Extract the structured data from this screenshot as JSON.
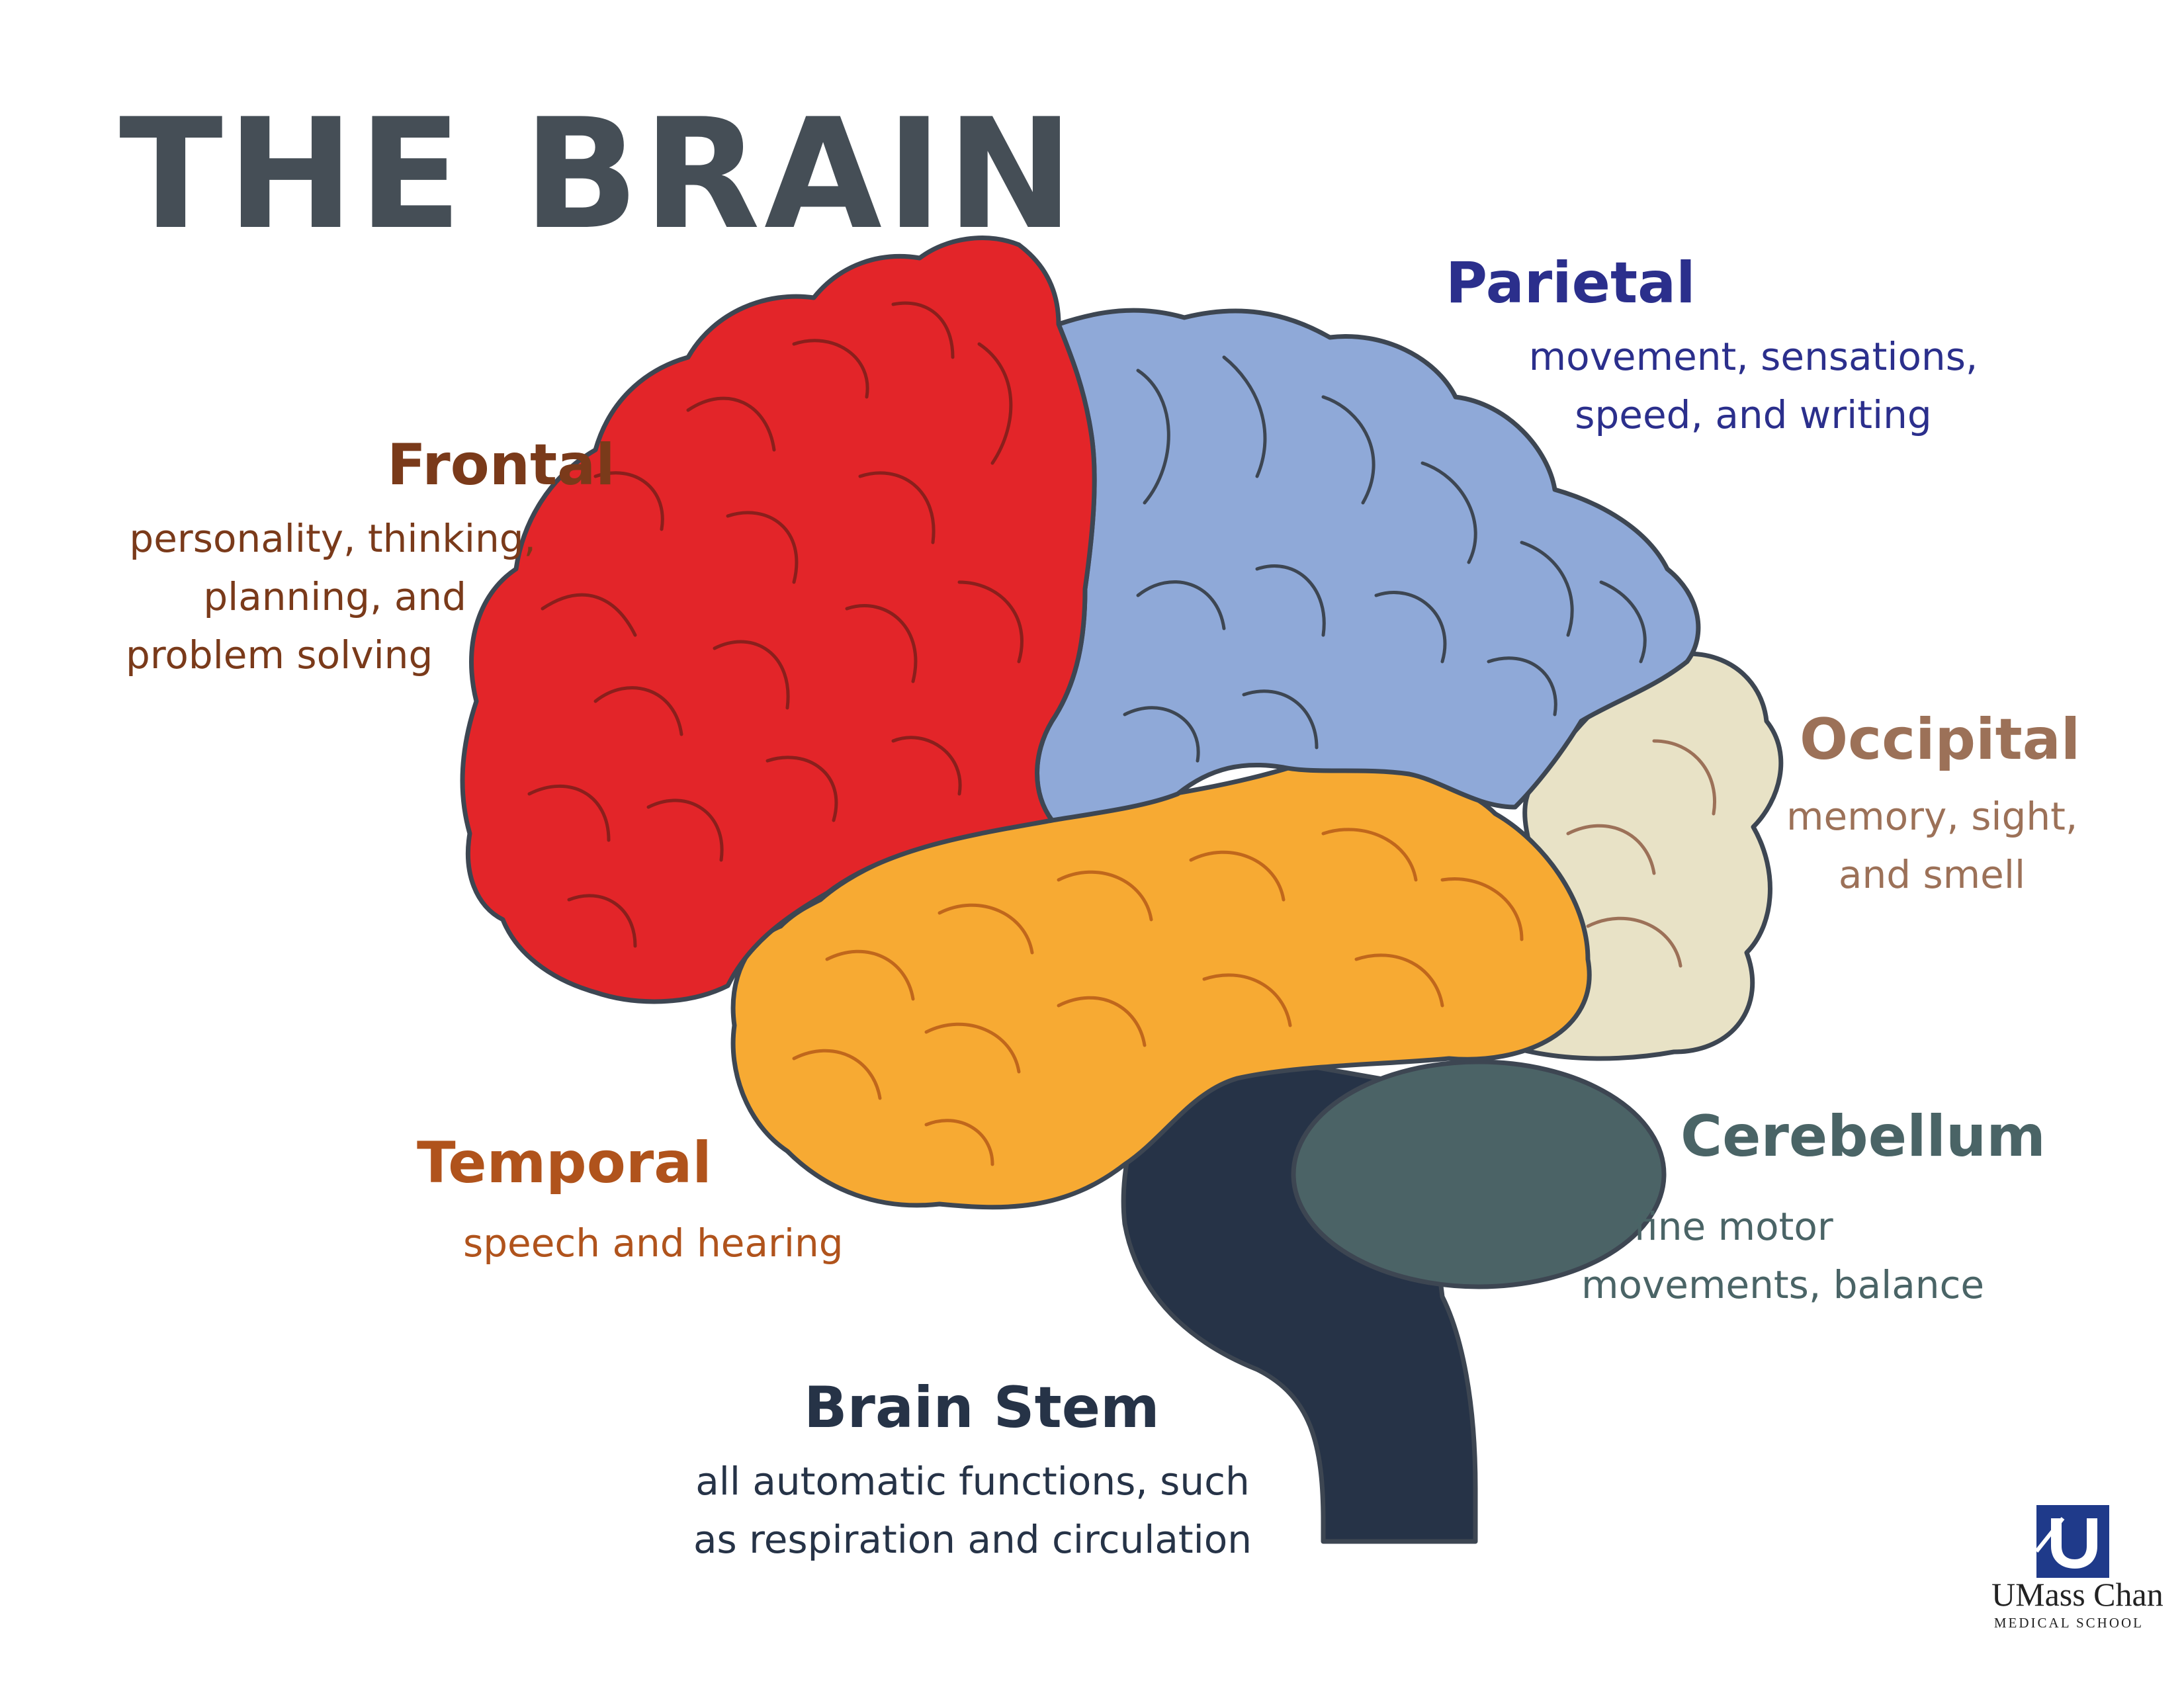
{
  "title": "THE BRAIN",
  "colors": {
    "title": "#454e56",
    "outline": "#3d4652",
    "frontal_fill": "#e32529",
    "frontal_text": "#7a3a1a",
    "parietal_fill": "#8fa9d8",
    "parietal_text": "#2b2f8c",
    "occipital_fill": "#e8e2c6",
    "occipital_text": "#9c7158",
    "temporal_fill": "#f7aa33",
    "temporal_text": "#b0531c",
    "cerebellum_fill": "#4b6366",
    "cerebellum_text": "#4a6466",
    "brainstem_fill": "#263347",
    "brainstem_text": "#263347"
  },
  "regions": {
    "frontal": {
      "title": "Frontal",
      "desc": [
        "personality, thinking,",
        "planning, and",
        "problem solving"
      ]
    },
    "parietal": {
      "title": "Parietal",
      "desc": [
        "movement, sensations,",
        "speed, and writing"
      ]
    },
    "occipital": {
      "title": "Occipital",
      "desc": [
        "memory, sight,",
        "and smell"
      ]
    },
    "temporal": {
      "title": "Temporal",
      "desc": [
        "speech and hearing"
      ]
    },
    "cerebellum": {
      "title": "Cerebellum",
      "desc": [
        "fine motor",
        "movements, balance"
      ]
    },
    "brainstem": {
      "title": "Brain Stem",
      "desc": [
        "all automatic functions, such",
        "as respiration and circulation"
      ]
    }
  },
  "logo": {
    "name": "UMass Chan",
    "subtitle": "MEDICAL SCHOOL",
    "icon": "umass-u-icon",
    "color": "#1f3a8a"
  }
}
